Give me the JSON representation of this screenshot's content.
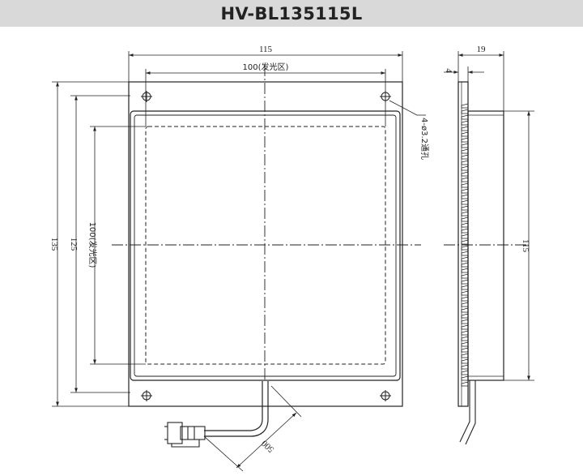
{
  "title": "HV-BL135115L",
  "front_view": {
    "width_overall": "115",
    "width_emitting": "100(发光区)",
    "height_overall": "135",
    "height_frame": "125",
    "height_emitting": "100(发光区)",
    "hole_callout": "4-ø3.2通孔",
    "cable_length": "500"
  },
  "side_view": {
    "thickness": "19",
    "plate_thickness": "4",
    "height": "115"
  }
}
